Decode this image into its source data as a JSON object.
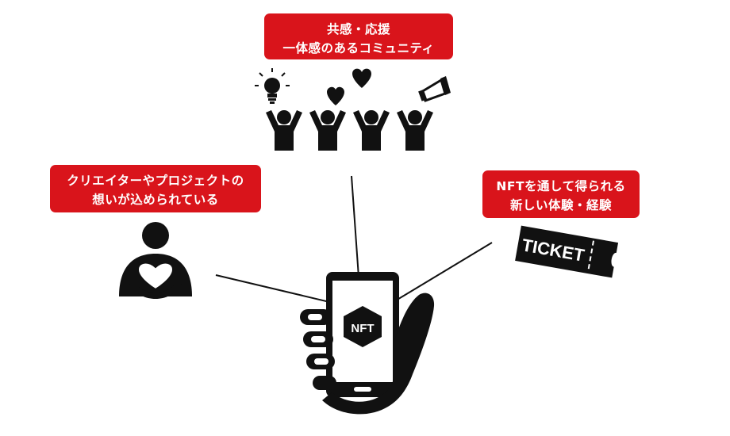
{
  "labels": {
    "community": {
      "line1": "共感・応援",
      "line2": "一体感のあるコミュニティ"
    },
    "creator": {
      "line1": "クリエイターやプロジェクトの",
      "line2": "想いが込められている"
    },
    "experience": {
      "line1": "NFTを通して得られる",
      "line2": "新しい体験・経験"
    }
  },
  "badges": {
    "nft": "NFT",
    "ticket": "TICKET"
  },
  "icons": {
    "community": [
      "lightbulb-icon",
      "heart-icon",
      "heart-icon",
      "megaphone-icon",
      "cheering-people-icon"
    ],
    "creator": "person-holding-heart-icon",
    "experience": "ticket-icon",
    "center": "hand-holding-smartphone-icon"
  },
  "colors": {
    "accent": "#d9141b",
    "ink": "#111111",
    "background": "#ffffff"
  }
}
